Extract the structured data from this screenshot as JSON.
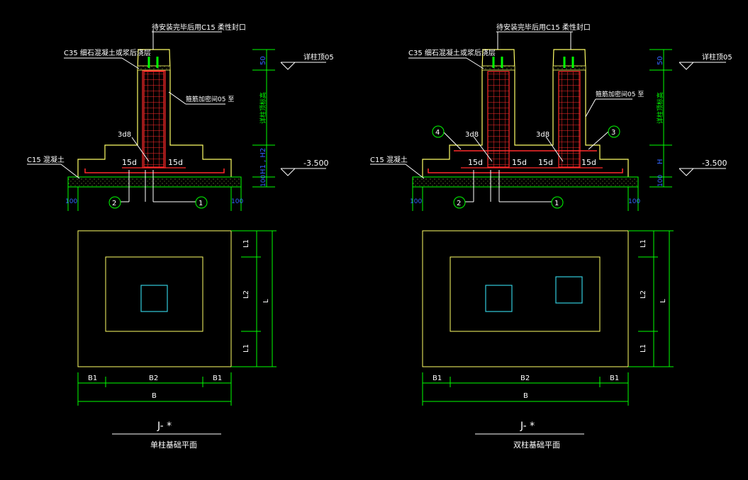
{
  "colors": {
    "background": "#000000",
    "outline": "#ffff66",
    "rebar": "#ff2a2a",
    "dimension": "#00ff00",
    "leader": "#ffffff",
    "column": "#33ccdd",
    "mortar": "#88aa44"
  },
  "left": {
    "top_note": "待安装完毕后用C15 柔性封口",
    "c35_note": "C35 细石混凝土或浆后浇层",
    "ring_note": "箍筋加密间05 至",
    "c15_note": "C15 混凝土",
    "bar_3d8": "3d8",
    "fifteen_d_a": "15d",
    "fifteen_d_b": "15d",
    "callout_1": "1",
    "callout_2": "2",
    "elev_label": "详柱顶05",
    "elev_value": "-3.500",
    "dim_50": "50",
    "dim_mid": "详柱顶标高",
    "dim_h": "H1 , H2",
    "dim_100": "100",
    "dim_100_left": "100",
    "dim_100_right": "100",
    "plan_L1_top": "L1",
    "plan_L2": "L2",
    "plan_L1_bottom": "L1",
    "plan_L": "L",
    "plan_B1_left": "B1",
    "plan_B2": "B2",
    "plan_B1_right": "B1",
    "plan_B": "B",
    "title_code": "J- *",
    "title_name": "单柱基础平面"
  },
  "right": {
    "top_note": "待安装完毕后用C15 柔性封口",
    "c35_note": "C35 细石混凝土或浆后浇层",
    "ring_note": "箍筋加密间05 至",
    "c15_note": "C15 混凝土",
    "bar_3d8_a": "3d8",
    "bar_3d8_b": "3d8",
    "fifteen_d_1": "15d",
    "fifteen_d_2": "15d",
    "fifteen_d_3": "15d",
    "fifteen_d_4": "15d",
    "callout_1": "1",
    "callout_2": "2",
    "callout_3": "3",
    "callout_4": "4",
    "elev_label": "详柱顶05",
    "elev_value": "-3.500",
    "dim_50": "50",
    "dim_mid": "详柱顶标高",
    "dim_h": "H",
    "dim_100": "100",
    "dim_100_left": "100",
    "dim_100_right": "100",
    "plan_L1_top": "L1",
    "plan_L2": "L2",
    "plan_L1_bottom": "L1",
    "plan_L": "L",
    "plan_B1_left": "B1",
    "plan_B2": "B2",
    "plan_B1_right": "B1",
    "plan_B": "B",
    "title_code": "J- *",
    "title_name": "双柱基础平面"
  }
}
